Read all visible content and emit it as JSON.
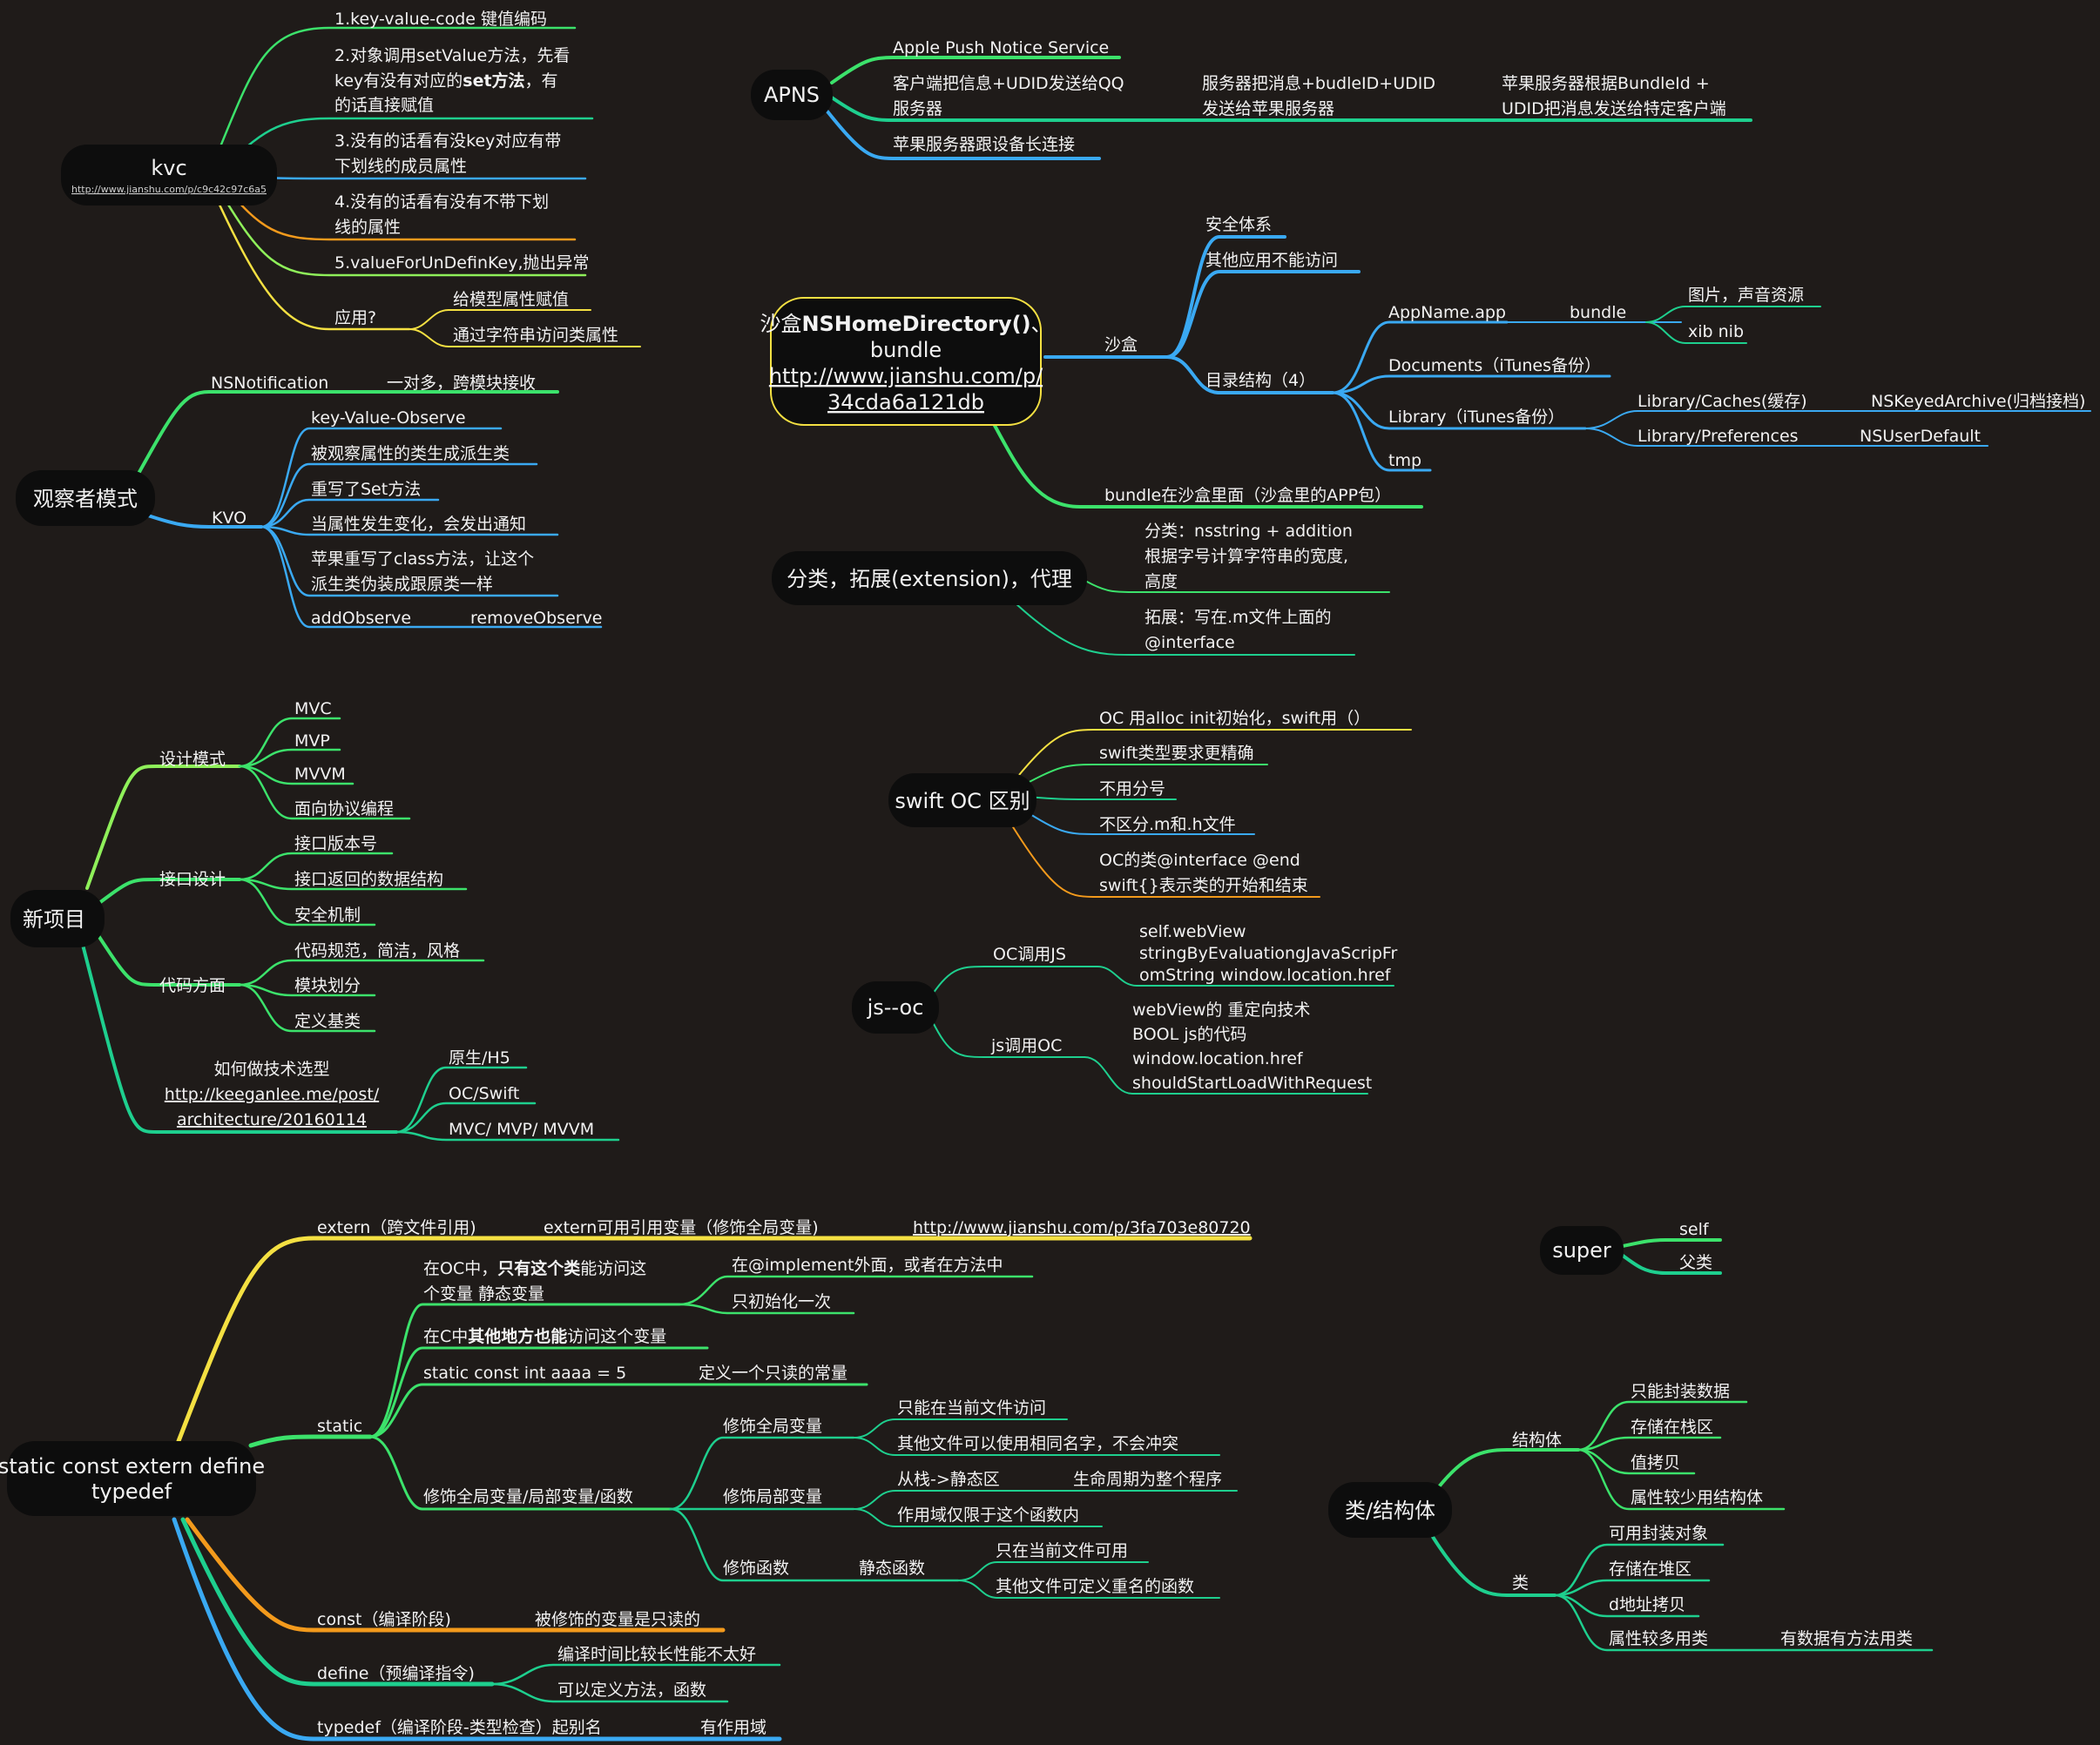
{
  "colors": {
    "background": "#1f1b19",
    "green": "#3ce26b",
    "lightGreen": "#8ff05a",
    "teal": "#1ecf8e",
    "blue": "#3aa9f2",
    "yellow": "#f4e042",
    "orange": "#f39a1c",
    "rootFill": "#0d0d0d"
  },
  "kvc": {
    "title": "kvc",
    "url": "http://www.jianshu.com/p/c9c42c97c6a5",
    "items": [
      {
        "l1": "1.key-value-code 键值编码"
      },
      {
        "l1": "2.对象调用setValue方法，先看",
        "l2a": "key有没有对应的",
        "l2b": "set方法",
        "l2c": "，有",
        "l3": "的话直接赋值"
      },
      {
        "l1": "3.没有的话看有没key对应有带",
        "l2": "下划线的成员属性"
      },
      {
        "l1": "4.没有的话看有没有不带下划",
        "l2": "线的属性"
      },
      {
        "l1": "5.valueForUnDefinKey,抛出异常"
      },
      {
        "l1": "应用?",
        "children": [
          "给模型属性赋值",
          "通过字符串访问类属性"
        ]
      }
    ]
  },
  "observer": {
    "title": "观察者模式",
    "nsnotification": {
      "label": "NSNotification",
      "child": "一对多，跨模块接收"
    },
    "kvo": {
      "label": "KVO",
      "items": [
        "key-Value-Observe",
        "被观察属性的类生成派生类",
        "重写了Set方法",
        "当属性发生变化，会发出通知"
      ],
      "item5a": "苹果重写了class方法，让这个",
      "item5b": "派生类伪装成跟原类一样",
      "addObserve": "addObserve",
      "removeObserve": "removeObserve"
    }
  },
  "newProject": {
    "title": "新项目",
    "design": {
      "label": "设计模式",
      "items": [
        "MVC",
        "MVP",
        "MVVM",
        "面向协议编程"
      ]
    },
    "api": {
      "label": "接口设计",
      "items": [
        "接口版本号",
        "接口返回的数据结构",
        "安全机制"
      ]
    },
    "code": {
      "label": "代码方面",
      "items": [
        "代码规范，简洁，风格",
        "模块划分",
        "定义基类"
      ]
    },
    "tech": {
      "l1": "如何做技术选型",
      "l2": "http://keeganlee.me/post/",
      "l3": "architecture/20160114",
      "items": [
        "原生/H5",
        "OC/Swift",
        "MVC/ MVP/ MVVM"
      ]
    }
  },
  "apns": {
    "title": "APNS",
    "item1": "Apple Push Notice Service",
    "item2a": "客户端把信息+UDID发送给QQ",
    "item2b": "服务器",
    "item3a": "服务器把消息+budleID+UDID",
    "item3b": "发送给苹果服务器",
    "item4a": "苹果服务器根据BundleId +",
    "item4b": "UDID把消息发送给特定客户端",
    "item5": "苹果服务器跟设备长连接"
  },
  "sandbox": {
    "titleA": "沙盒",
    "titleB": "NSHomeDirectory()",
    "titleC": "、",
    "title2": "bundle",
    "url1": "http://www.jianshu.com/p/",
    "url2": "34cda6a121db",
    "branch": "沙盒",
    "items": [
      "安全体系",
      "其他应用不能访问"
    ],
    "dir": "目录结构（4）",
    "appname": "AppName.app",
    "bundle": "bundle",
    "bundleItems": [
      "图片，声音资源",
      "xib nib"
    ],
    "documents": "Documents（iTunes备份）",
    "library": "Library（iTunes备份）",
    "caches": "Library/Caches(缓存)",
    "cachesChild": "NSKeyedArchive(归档接档)",
    "prefs": "Library/Preferences",
    "prefsChild": "NSUserDefault",
    "tmp": "tmp",
    "bundleIn": "bundle在沙盒里面（沙盒里的APP包）"
  },
  "category": {
    "title": "分类，拓展(extension)，代理",
    "c1a": "分类：nsstring + addition",
    "c1b": "根据字号计算字符串的宽度,",
    "c1c": "高度",
    "c2a": "拓展：写在.m文件上面的",
    "c2b": "@interface"
  },
  "swiftOC": {
    "title": "swift OC 区别",
    "items": [
      "OC 用alloc init初始化，swift用（）",
      "swift类型要求更精确",
      "不用分号",
      "不区分.m和.h文件"
    ],
    "item5a": "OC的类@interface @end",
    "item5b": "swift{}表示类的开始和结束"
  },
  "jsoc": {
    "title": "js--oc",
    "ocjs": "OC调用JS",
    "ocjsA": "self.webView",
    "ocjsB": "stringByEvaluationgJavaScripFr",
    "ocjsC": "omString  window.location.href",
    "jsoc": "js调用OC",
    "jsocA": "webView的 重定向技术",
    "jsocB": "BOOL js的代码",
    "jsocC": "window.location.href",
    "jsocD": "shouldStartLoadWithRequest"
  },
  "staticNode": {
    "title1": "static const extern define",
    "title2": "typedef",
    "extern": "extern（跨文件引用)",
    "externChild": "extern可用引用变量（修饰全局变量)",
    "externUrl": "http://www.jianshu.com/p/3fa703e80720",
    "static": "static",
    "s1a": "在OC中，",
    "s1b": "只有这个类",
    "s1c": "能访问这",
    "s1d": "个变量 静态变量",
    "s1children": [
      "在@implement外面，或者在方法中",
      "只初始化一次"
    ],
    "s2a": "在C中",
    "s2b": "其他地方也能",
    "s2c": "访问这个变量",
    "s3": "static const int aaaa = 5",
    "s3child": "定义一个只读的常量",
    "s4": "修饰全局变量/局部变量/函数",
    "global": "修饰全局变量",
    "globalItems": [
      "只能在当前文件访问",
      "其他文件可以使用相同名字，不会冲突"
    ],
    "local": "修饰局部变量",
    "local1": "从栈->静态区",
    "local1child": "生命周期为整个程序",
    "local2": "作用域仅限于这个函数内",
    "func": "修饰函数",
    "funcChild": "静态函数",
    "funcItems": [
      "只在当前文件可用",
      "其他文件可定义重名的函数"
    ],
    "const": "const（编译阶段)",
    "constChild": "被修饰的变量是只读的",
    "define": "define（预编译指令)",
    "defineItems": [
      "编译时间比较长性能不太好",
      "可以定义方法，函数"
    ],
    "typedef": "typedef（编译阶段-类型检查）起别名",
    "typedefChild": "有作用域"
  },
  "super": {
    "title": "super",
    "items": [
      "self",
      "父类"
    ]
  },
  "classStruct": {
    "title": "类/结构体",
    "struct": "结构体",
    "structItems": [
      "只能封装数据",
      "存储在栈区",
      "值拷贝",
      "属性较少用结构体"
    ],
    "cls": "类",
    "clsItems": [
      "可用封装对象",
      "存储在堆区",
      "d地址拷贝",
      "属性较多用类"
    ],
    "clsChild": "有数据有方法用类"
  }
}
